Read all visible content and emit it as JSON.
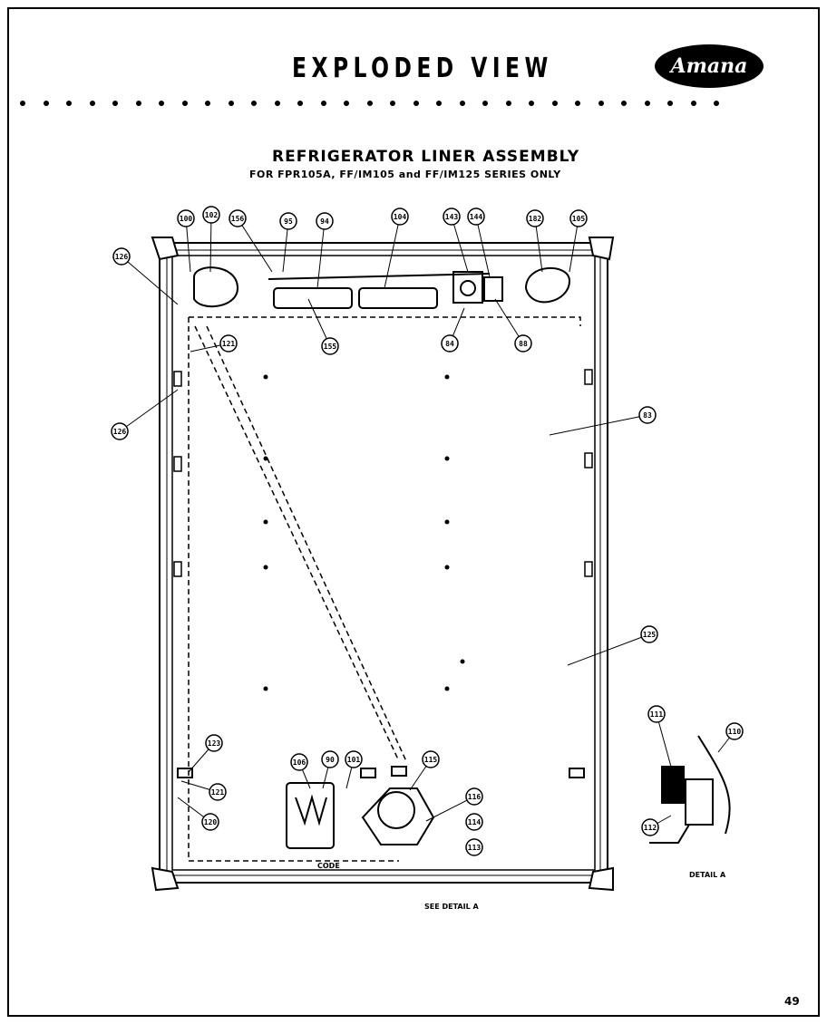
{
  "header": {
    "title": "EXPLODED VIEW",
    "logo_text": "Amana"
  },
  "section": {
    "title": "REFRIGERATOR LINER ASSEMBLY",
    "subtitle": "FOR FPR105A, FF/IM105 and FF/IM125 SERIES ONLY"
  },
  "callouts": [
    "100",
    "102",
    "156",
    "95",
    "94",
    "104",
    "143",
    "144",
    "182",
    "105",
    "126",
    "155",
    "84",
    "88",
    "121",
    "126",
    "83",
    "125",
    "123",
    "121",
    "120",
    "106",
    "90",
    "101",
    "115",
    "116",
    "114",
    "113",
    "111",
    "110",
    "112"
  ],
  "annotations": {
    "see_detail": "SEE DETAIL A",
    "detail_label": "DETAIL A",
    "bottom_mark": "CODE"
  },
  "page_number": "49",
  "colors": {
    "ink": "#000000",
    "paper": "#ffffff"
  }
}
